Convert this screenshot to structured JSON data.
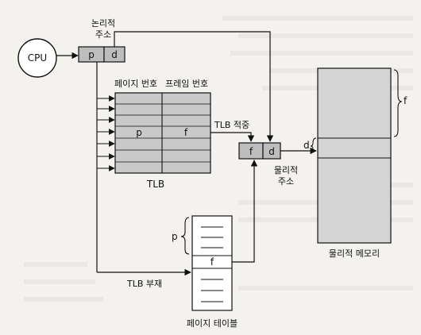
{
  "diagram": {
    "cpu_label": "CPU",
    "logical_address_label": [
      "논리적",
      "주소"
    ],
    "logical_cells": {
      "p": "p",
      "d": "d"
    },
    "page_number_header": "페이지 번호",
    "frame_number_header": "프레임 번호",
    "tlb_cells": {
      "p": "p",
      "f": "f"
    },
    "tlb_label": "TLB",
    "tlb_hit_label": "TLB 적중",
    "physical_cells": {
      "f": "f",
      "d": "d"
    },
    "physical_address_label": [
      "물리적",
      "주소"
    ],
    "physical_memory_label": "물리적 메모리",
    "memory_brace_label": "f",
    "memory_offset_label": "d",
    "page_table_brace_label": "p",
    "page_table_cell": "f",
    "tlb_miss_label": "TLB 부재",
    "page_table_label": "페이지 테이블"
  },
  "colors": {
    "shade": "#bdbdbd",
    "tlb_fill": "#c9c9c9",
    "line": "#111111",
    "memory_fill": "#d4d4d4"
  }
}
